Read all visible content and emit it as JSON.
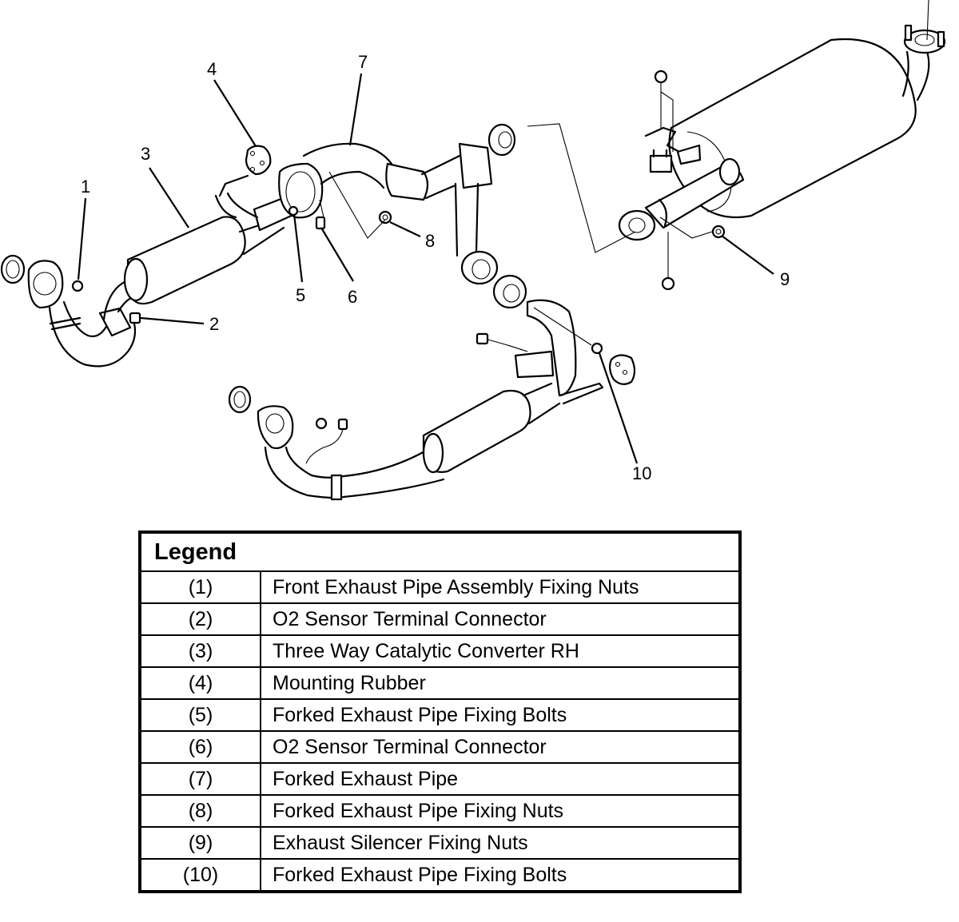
{
  "diagram": {
    "subject": "Exhaust system exploded view",
    "callouts": [
      "1",
      "2",
      "3",
      "4",
      "5",
      "6",
      "7",
      "8",
      "9",
      "10"
    ]
  },
  "legend": {
    "title": "Legend",
    "rows": [
      {
        "num": "(1)",
        "desc": "Front Exhaust Pipe Assembly Fixing Nuts"
      },
      {
        "num": "(2)",
        "desc": "O2 Sensor Terminal Connector"
      },
      {
        "num": "(3)",
        "desc": "Three Way Catalytic Converter RH"
      },
      {
        "num": "(4)",
        "desc": "Mounting Rubber"
      },
      {
        "num": "(5)",
        "desc": "Forked Exhaust Pipe Fixing Bolts"
      },
      {
        "num": "(6)",
        "desc": "O2 Sensor Terminal Connector"
      },
      {
        "num": "(7)",
        "desc": "Forked Exhaust Pipe"
      },
      {
        "num": "(8)",
        "desc": "Forked Exhaust Pipe Fixing Nuts"
      },
      {
        "num": "(9)",
        "desc": "Exhaust Silencer Fixing Nuts"
      },
      {
        "num": "(10)",
        "desc": "Forked Exhaust Pipe Fixing Bolts"
      }
    ]
  }
}
